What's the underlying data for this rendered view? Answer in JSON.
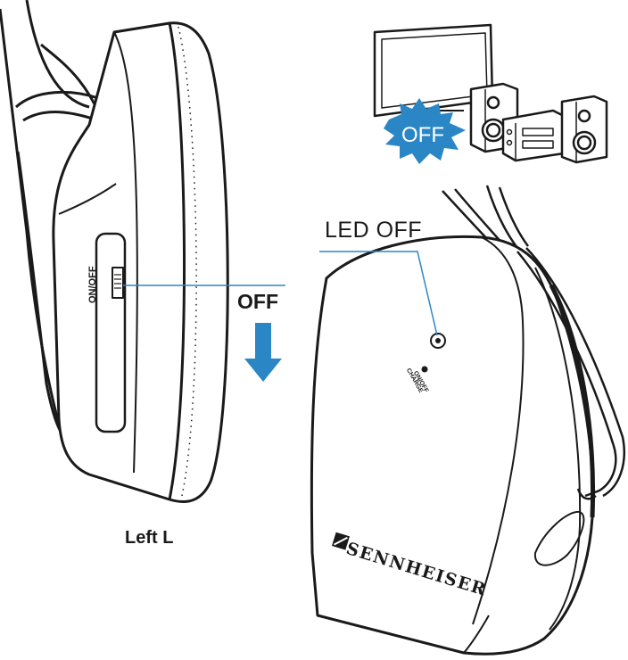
{
  "labels": {
    "led_off": "LED OFF",
    "off": "OFF",
    "left": "Left L",
    "switch": "ON/OFF",
    "tv_off": "OFF",
    "brand": "SENNHEISER",
    "base_onoff": "ON/OFF",
    "base_charge": "CHARGE"
  },
  "colors": {
    "arrow": "#2b86c5",
    "callout_line": "#2b86c5",
    "off_burst": "#2b86c5",
    "outline": "#1a1a1a"
  },
  "icons": [
    "headphone-earcup",
    "slide-switch",
    "down-arrow-icon",
    "tv-icon",
    "stereo-system-icon",
    "off-burst-icon",
    "transmitter-base",
    "led-indicator",
    "sennheiser-logo-icon"
  ]
}
